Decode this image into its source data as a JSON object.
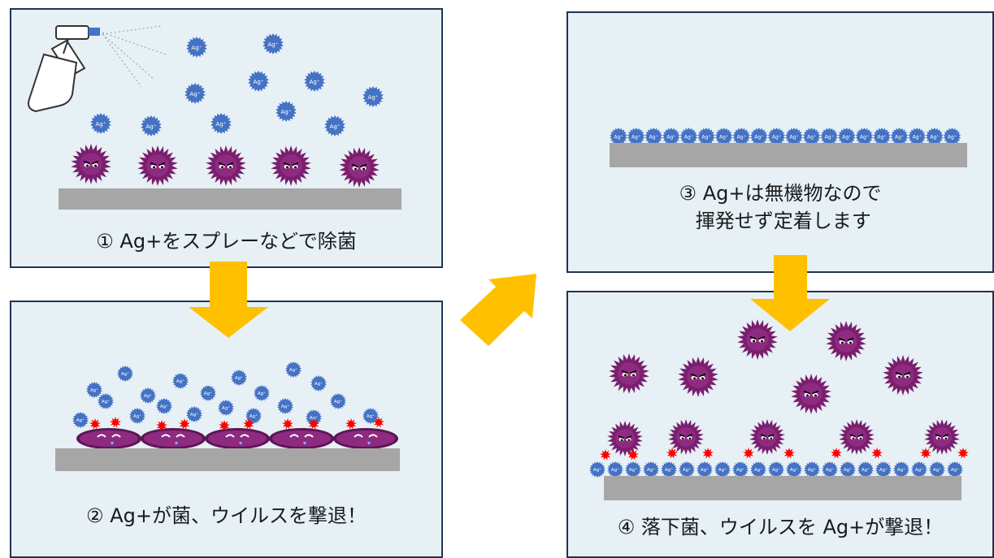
{
  "ion_label": "Ag⁺",
  "panels": [
    {
      "caption": "① Ag+をスプレーなどで除菌"
    },
    {
      "caption": "② Ag+が菌、ウイルスを撃退！"
    },
    {
      "caption": "③ Ag+は無機物なので\n 揮発せず定着します"
    },
    {
      "caption": "④ 落下菌、ウイルスを Ag+が撃退！"
    }
  ],
  "colors": {
    "panel_bg": "#e6f0f5",
    "panel_border": "#1f3550",
    "surface": "#a6a6a6",
    "ion": "#4472c4",
    "germ": "#7a1f6e",
    "hit": "#ff0000",
    "arrow": "#ffc000"
  }
}
